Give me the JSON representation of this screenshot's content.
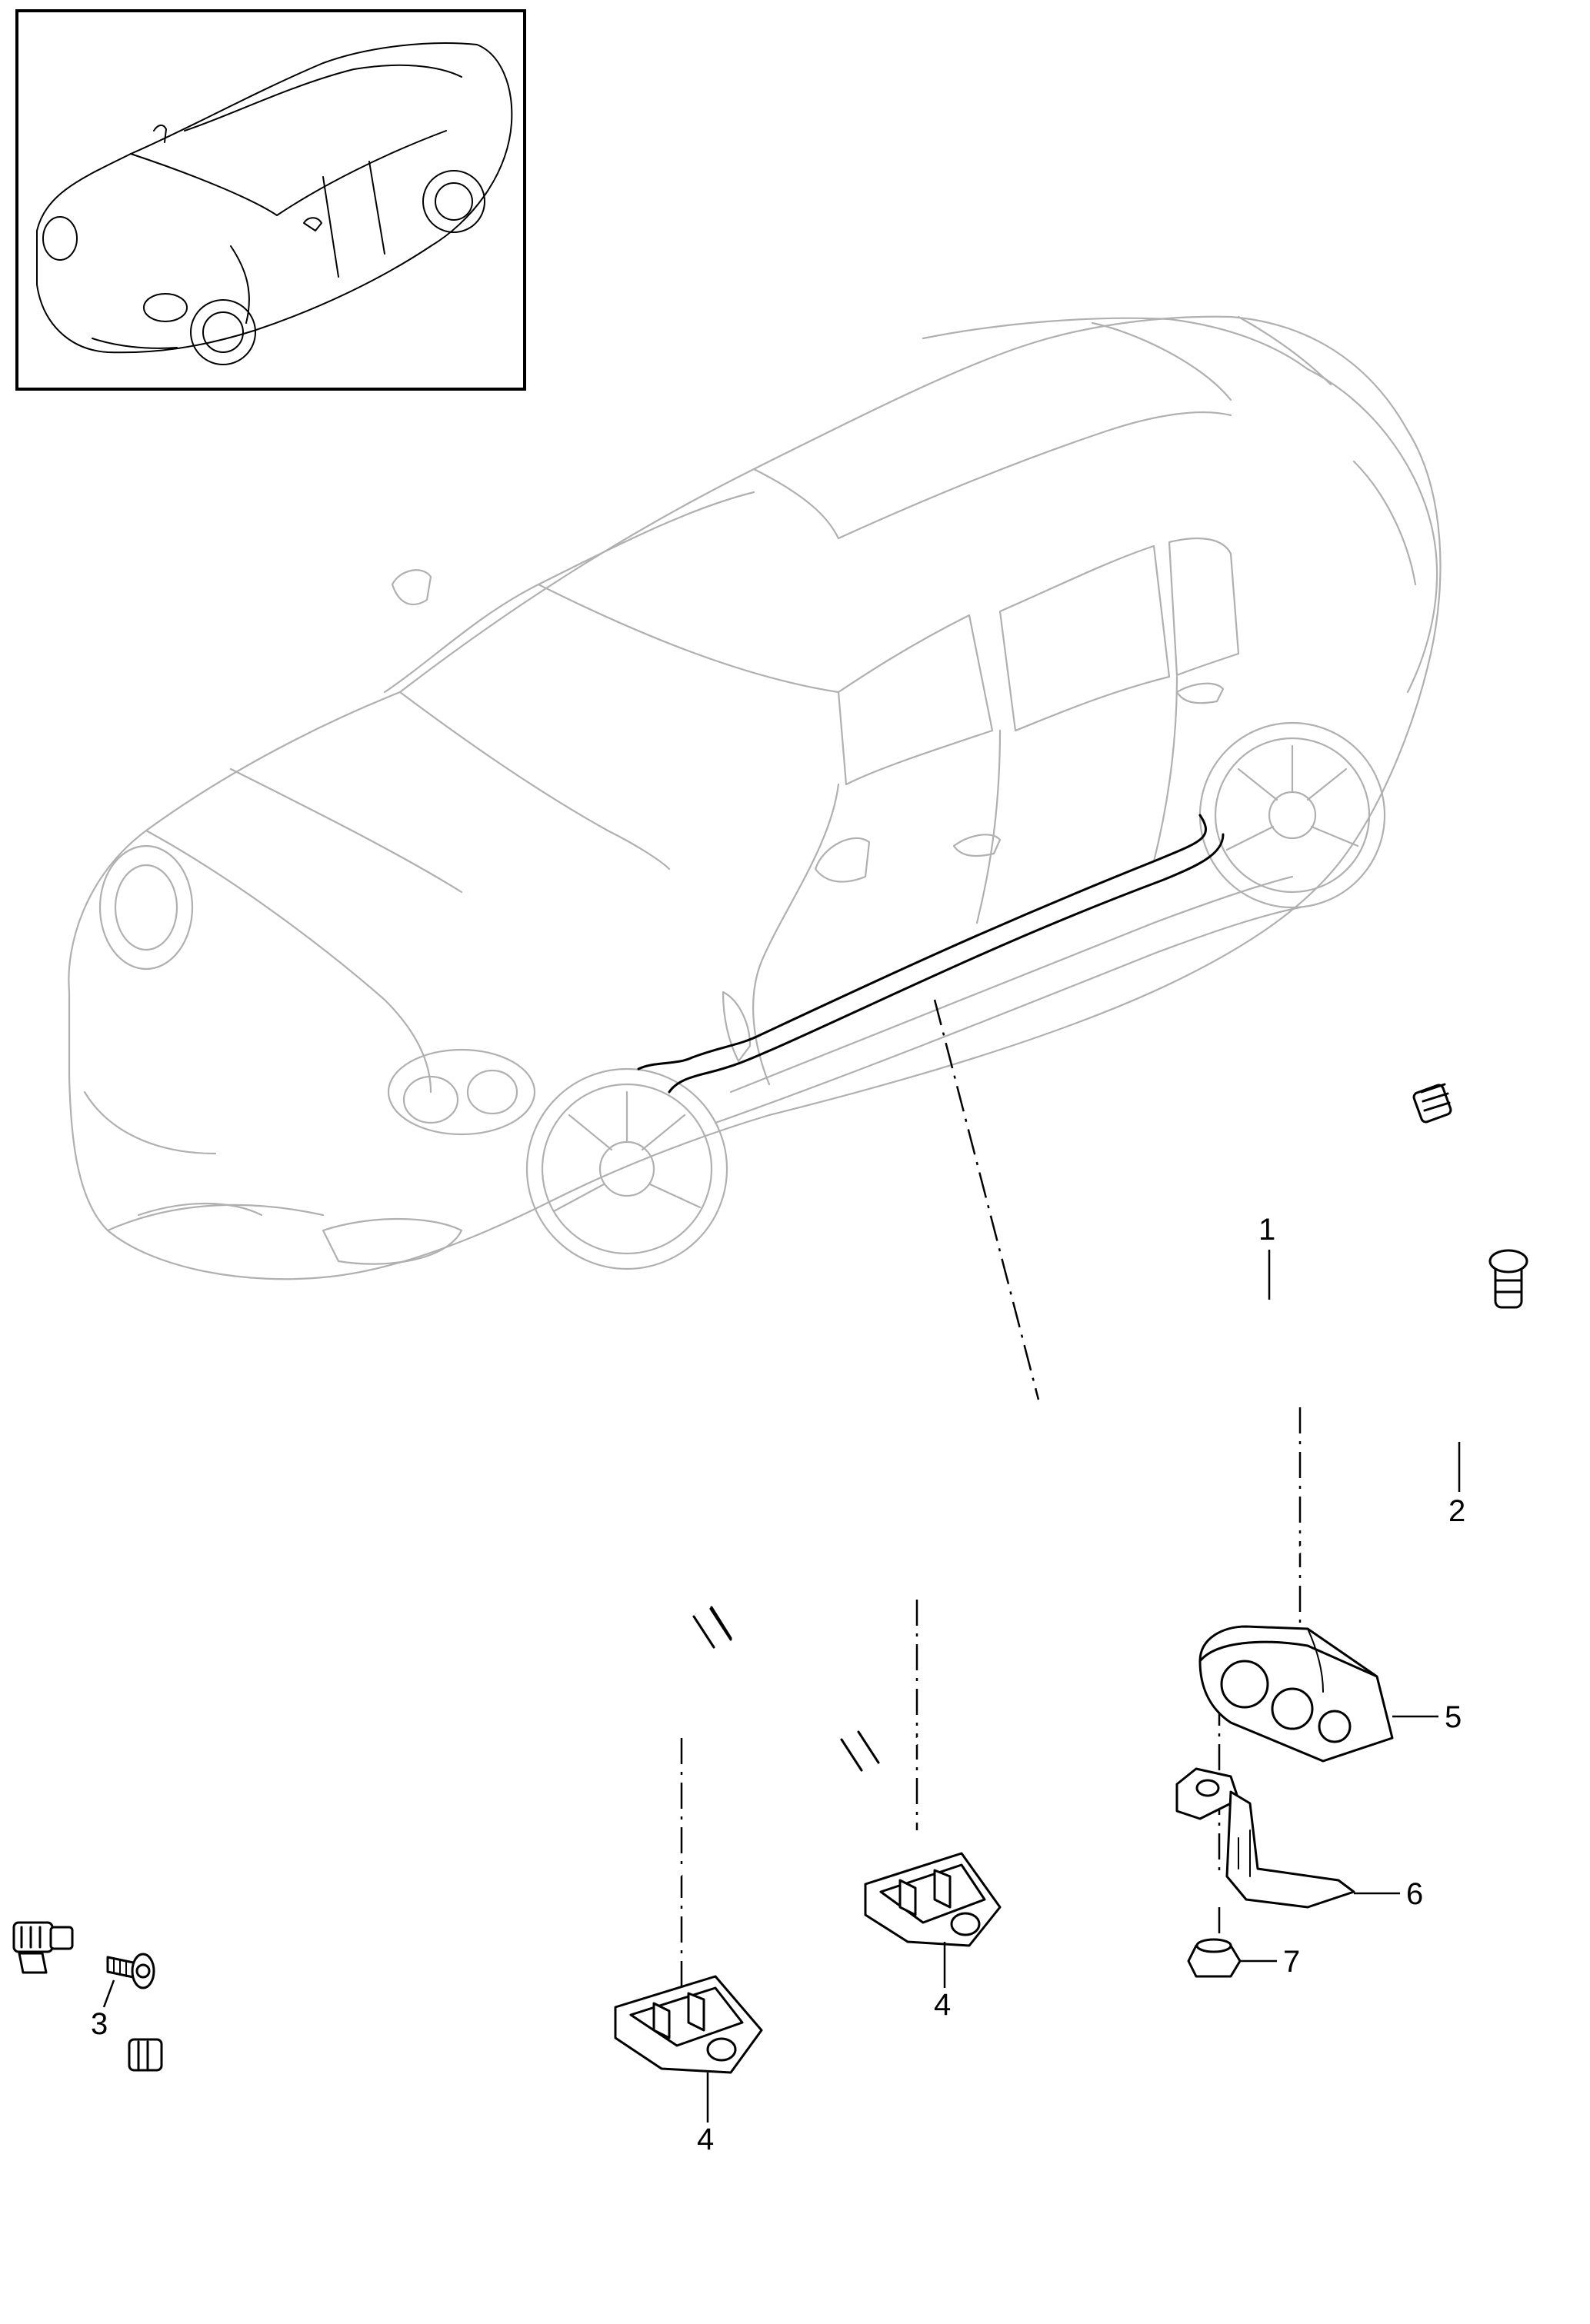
{
  "callouts": [
    {
      "id": "line-1",
      "label": "1"
    },
    {
      "id": "line-2",
      "label": "2"
    },
    {
      "id": "bolt",
      "label": "3"
    },
    {
      "id": "clip-a",
      "label": "4"
    },
    {
      "id": "clip-b",
      "label": "4"
    },
    {
      "id": "grommet",
      "label": "5"
    },
    {
      "id": "bracket",
      "label": "6"
    },
    {
      "id": "nut",
      "label": "7"
    }
  ],
  "colors": {
    "ink": "#000000",
    "car_outline": "#b0b0b0",
    "background": "#ffffff"
  }
}
